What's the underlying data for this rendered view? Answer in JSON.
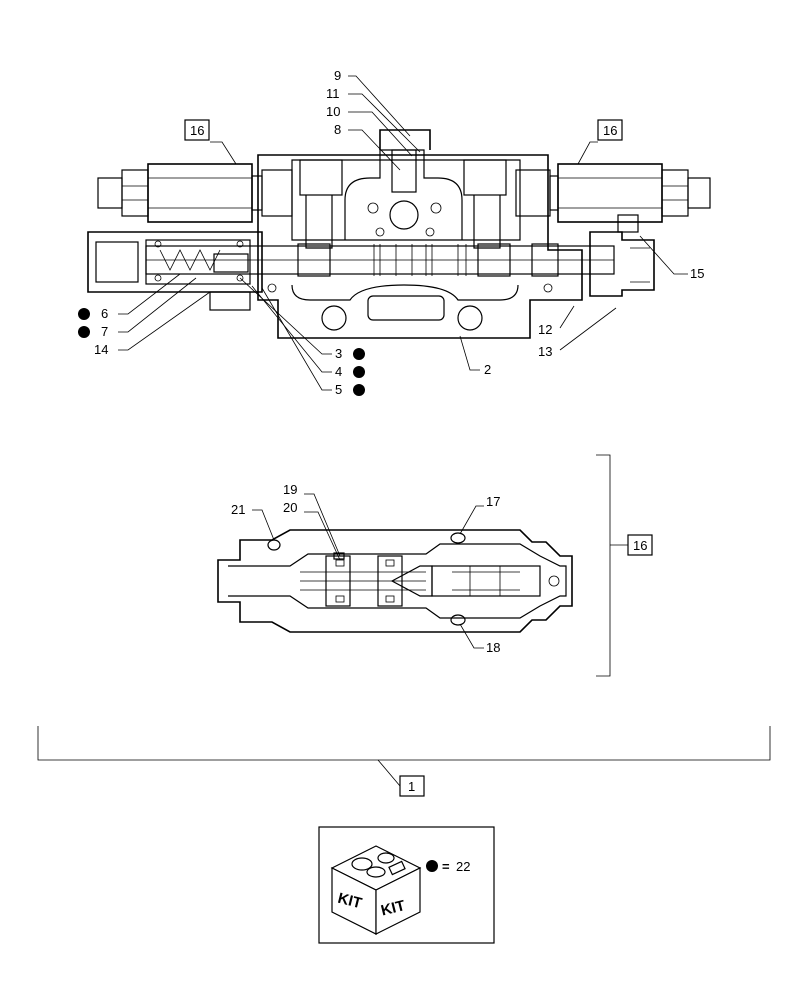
{
  "callouts": {
    "c1": "1",
    "c2": "2",
    "c3": "3",
    "c4": "4",
    "c5": "5",
    "c6": "6",
    "c7": "7",
    "c8": "8",
    "c9": "9",
    "c10": "10",
    "c11": "11",
    "c12": "12",
    "c13": "13",
    "c14": "14",
    "c15": "15",
    "c16a": "16",
    "c16b": "16",
    "c16c": "16",
    "c17": "17",
    "c18": "18",
    "c19": "19",
    "c20": "20",
    "c21": "21"
  },
  "kit": {
    "label_left": "KIT",
    "label_right": "KIT",
    "equals": "=",
    "number": "22"
  }
}
